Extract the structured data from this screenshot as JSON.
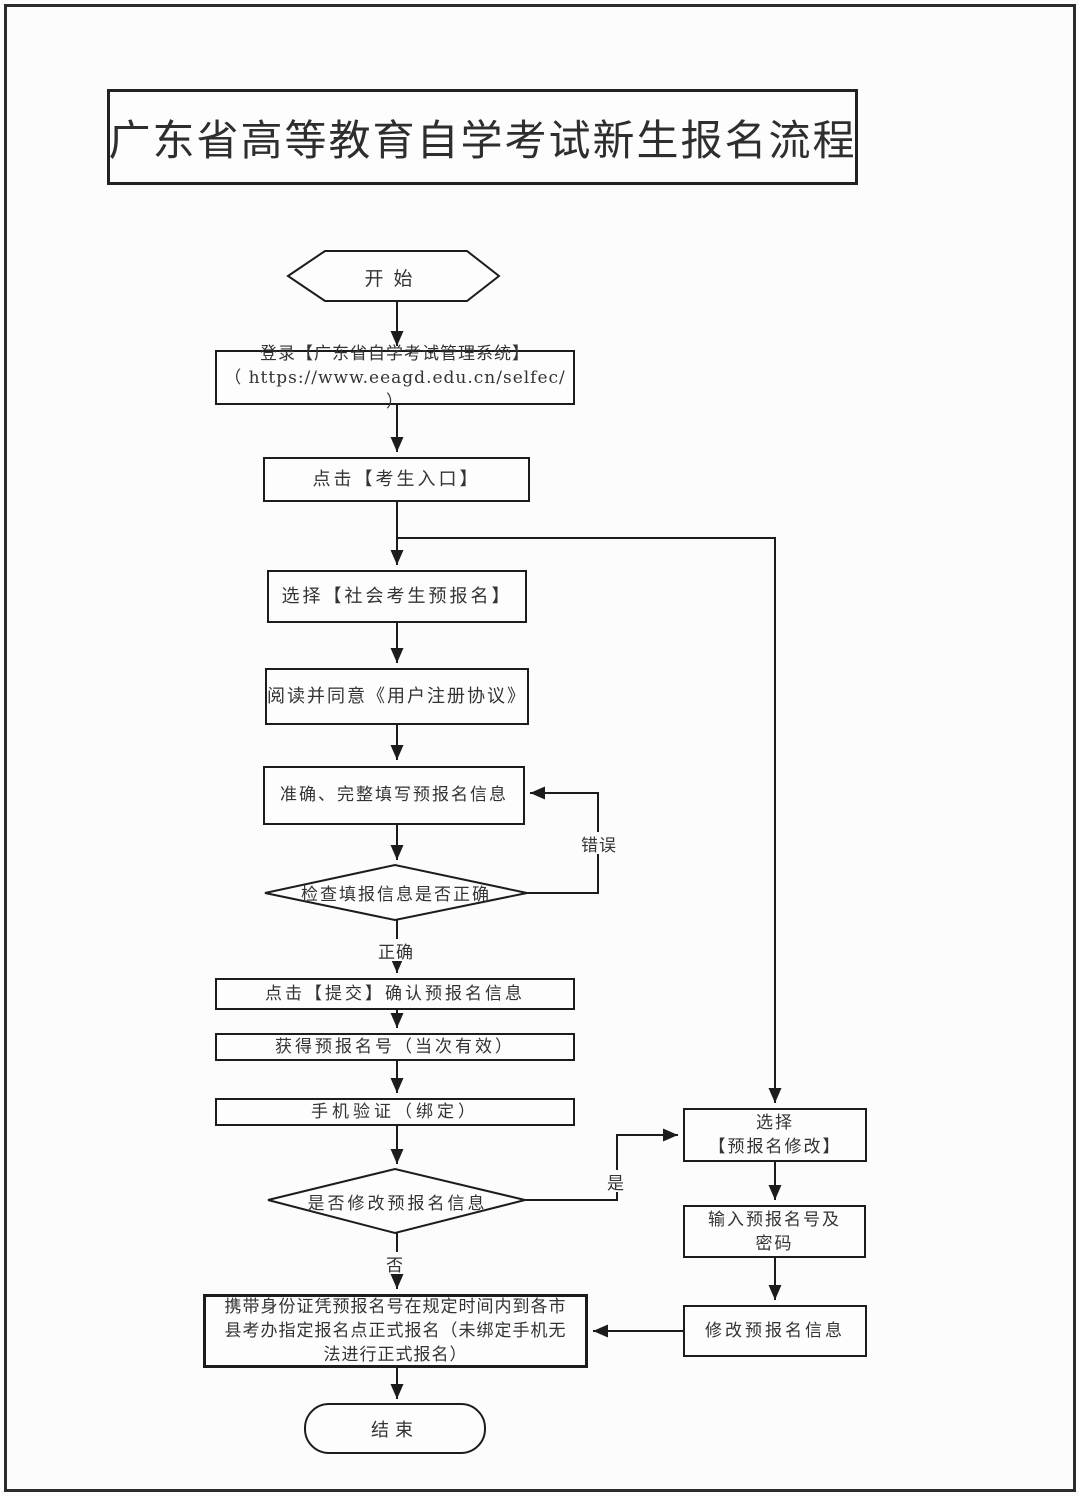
{
  "page": {
    "title": "广东省高等教育自学考试新生报名流程"
  },
  "nodes": {
    "start": {
      "label": "开始"
    },
    "login": {
      "line1": "登录【广东省自学考试管理系统】",
      "line2": "（ https://www.eeagd.edu.cn/selfec/ ）"
    },
    "entry": {
      "label": "点击【考生入口】"
    },
    "social": {
      "label": "选择【社会考生预报名】"
    },
    "agreement": {
      "label": "阅读并同意《用户注册协议》"
    },
    "fill": {
      "label": "准确、完整填写预报名信息"
    },
    "check": {
      "label": "检查填报信息是否正确"
    },
    "submit": {
      "label": "点击【提交】确认预报名信息"
    },
    "number": {
      "label": "获得预报名号（当次有效）"
    },
    "phone": {
      "label": "手机验证（绑定）"
    },
    "decision": {
      "label": "是否修改预报名信息"
    },
    "select_modify": {
      "line1": "选择",
      "line2": "【预报名修改】"
    },
    "input_number": {
      "line1": "输入预报名号及",
      "line2": "密码"
    },
    "modify_info": {
      "label": "修改预报名信息"
    },
    "formal": {
      "line1": "携带身份证凭预报名号在规定时间内到各市",
      "line2": "县考办指定报名点正式报名（未绑定手机无",
      "line3": "法进行正式报名）"
    },
    "end": {
      "label": "结束"
    }
  },
  "edge_labels": {
    "error": "错误",
    "correct": "正确",
    "yes": "是",
    "no": "否"
  },
  "colors": {
    "line": "#1c1c1c",
    "text": "#333333",
    "background": "#fcfcfc"
  }
}
